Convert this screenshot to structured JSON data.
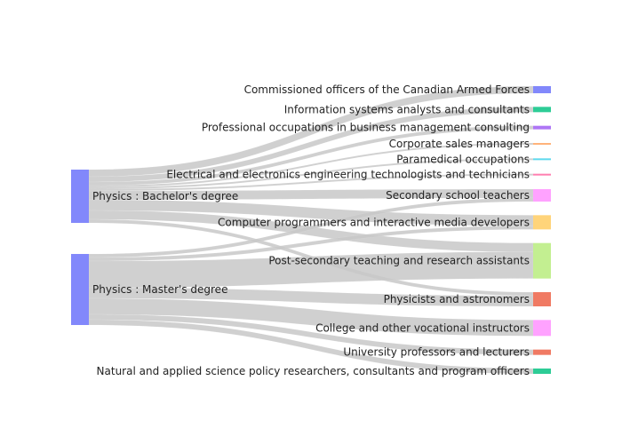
{
  "chart_data": {
    "type": "sankey",
    "sources": [
      {
        "id": "bachelor",
        "label": "Physics : Bachelor's degree",
        "color": "#8288fb"
      },
      {
        "id": "master",
        "label": "Physics : Master's degree",
        "color": "#8288fb"
      }
    ],
    "targets": [
      {
        "id": "cof",
        "label": "Commissioned officers of the Canadian Armed Forces",
        "color": "#8288fb"
      },
      {
        "id": "isa",
        "label": "Information systems analysts and consultants",
        "color": "#2dcc96"
      },
      {
        "id": "pbm",
        "label": "Professional occupations in business management consulting",
        "color": "#ae76f5"
      },
      {
        "id": "csm",
        "label": "Corporate sales managers",
        "color": "#ffb37a"
      },
      {
        "id": "par",
        "label": "Paramedical occupations",
        "color": "#5ed9ee"
      },
      {
        "id": "eet",
        "label": "Electrical and electronics engineering technologists and technicians",
        "color": "#ff7fb0"
      },
      {
        "id": "sst",
        "label": "Secondary school teachers",
        "color": "#ffa2ff"
      },
      {
        "id": "cpd",
        "label": "Computer programmers and interactive media developers",
        "color": "#ffd47a"
      },
      {
        "id": "pst",
        "label": "Post-secondary teaching and research assistants",
        "color": "#c3ef91"
      },
      {
        "id": "pha",
        "label": "Physicists and astronomers",
        "color": "#f07a63"
      },
      {
        "id": "cvi",
        "label": "College and other vocational instructors",
        "color": "#ffa2ff"
      },
      {
        "id": "upl",
        "label": "University professors and lecturers",
        "color": "#f07a63"
      },
      {
        "id": "nas",
        "label": "Natural and applied science policy researchers, consultants and program officers",
        "color": "#2dcc96"
      }
    ],
    "links": [
      {
        "source": "bachelor",
        "target": "cof",
        "value": 8
      },
      {
        "source": "bachelor",
        "target": "isa",
        "value": 6
      },
      {
        "source": "bachelor",
        "target": "pbm",
        "value": 4
      },
      {
        "source": "bachelor",
        "target": "csm",
        "value": 2
      },
      {
        "source": "bachelor",
        "target": "par",
        "value": 2
      },
      {
        "source": "bachelor",
        "target": "eet",
        "value": 2
      },
      {
        "source": "bachelor",
        "target": "sst",
        "value": 10
      },
      {
        "source": "bachelor",
        "target": "cpd",
        "value": 12
      },
      {
        "source": "bachelor",
        "target": "pst",
        "value": 10
      },
      {
        "source": "bachelor",
        "target": "pha",
        "value": 4
      },
      {
        "source": "master",
        "target": "sst",
        "value": 4
      },
      {
        "source": "master",
        "target": "cpd",
        "value": 4
      },
      {
        "source": "master",
        "target": "pst",
        "value": 30
      },
      {
        "source": "master",
        "target": "pha",
        "value": 12
      },
      {
        "source": "master",
        "target": "cvi",
        "value": 18
      },
      {
        "source": "master",
        "target": "upl",
        "value": 6
      },
      {
        "source": "master",
        "target": "nas",
        "value": 6
      }
    ],
    "link_color": "#c8c8c8"
  }
}
